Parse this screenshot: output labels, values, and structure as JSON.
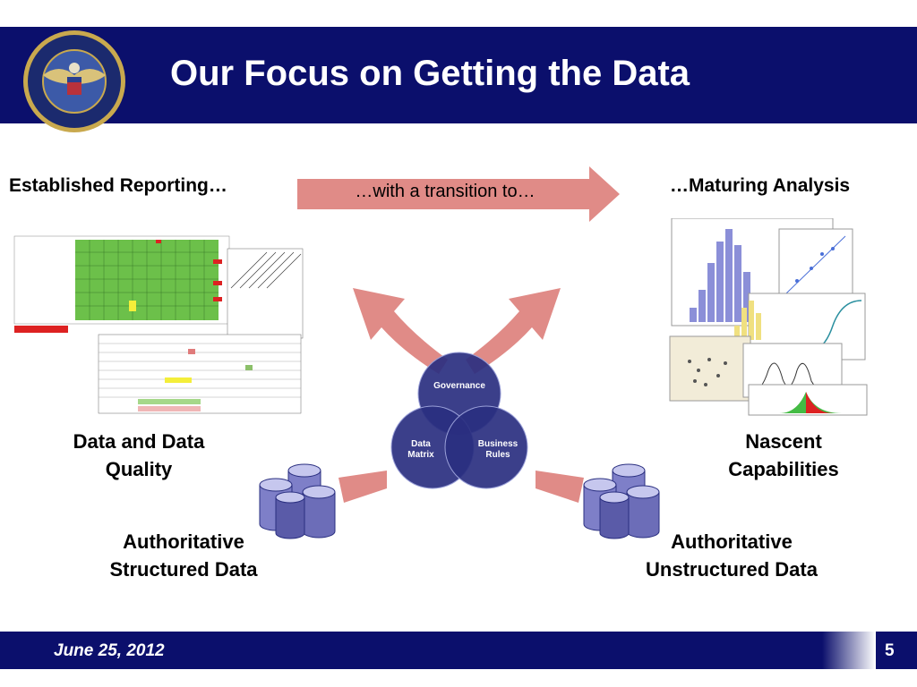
{
  "slide": {
    "title": "Our Focus on Getting the Data",
    "left_heading": "Established Reporting…",
    "right_heading": "…Maturing Analysis",
    "transition_text": "…with a transition to…",
    "left_caption": "Data and Data Quality",
    "right_caption": "Nascent Capabilities",
    "left_db_label": "Authoritative Structured Data",
    "right_db_label": "Authoritative Unstructured Data",
    "venn": {
      "top": "Governance",
      "left": "Data Matrix",
      "right": "Business Rules"
    }
  },
  "footer": {
    "date": "June 25, 2012",
    "page_number": "5"
  },
  "colors": {
    "navy": "#0b0f6c",
    "arrow_pink": "#e08b87",
    "venn_fill": "#2a2f80",
    "db_purple": "#7e7fc8",
    "table_green": "#6cc04a"
  },
  "icons": [
    "dod-seal-icon",
    "database-icon",
    "curved-arrow-icon",
    "transition-arrow-icon"
  ]
}
